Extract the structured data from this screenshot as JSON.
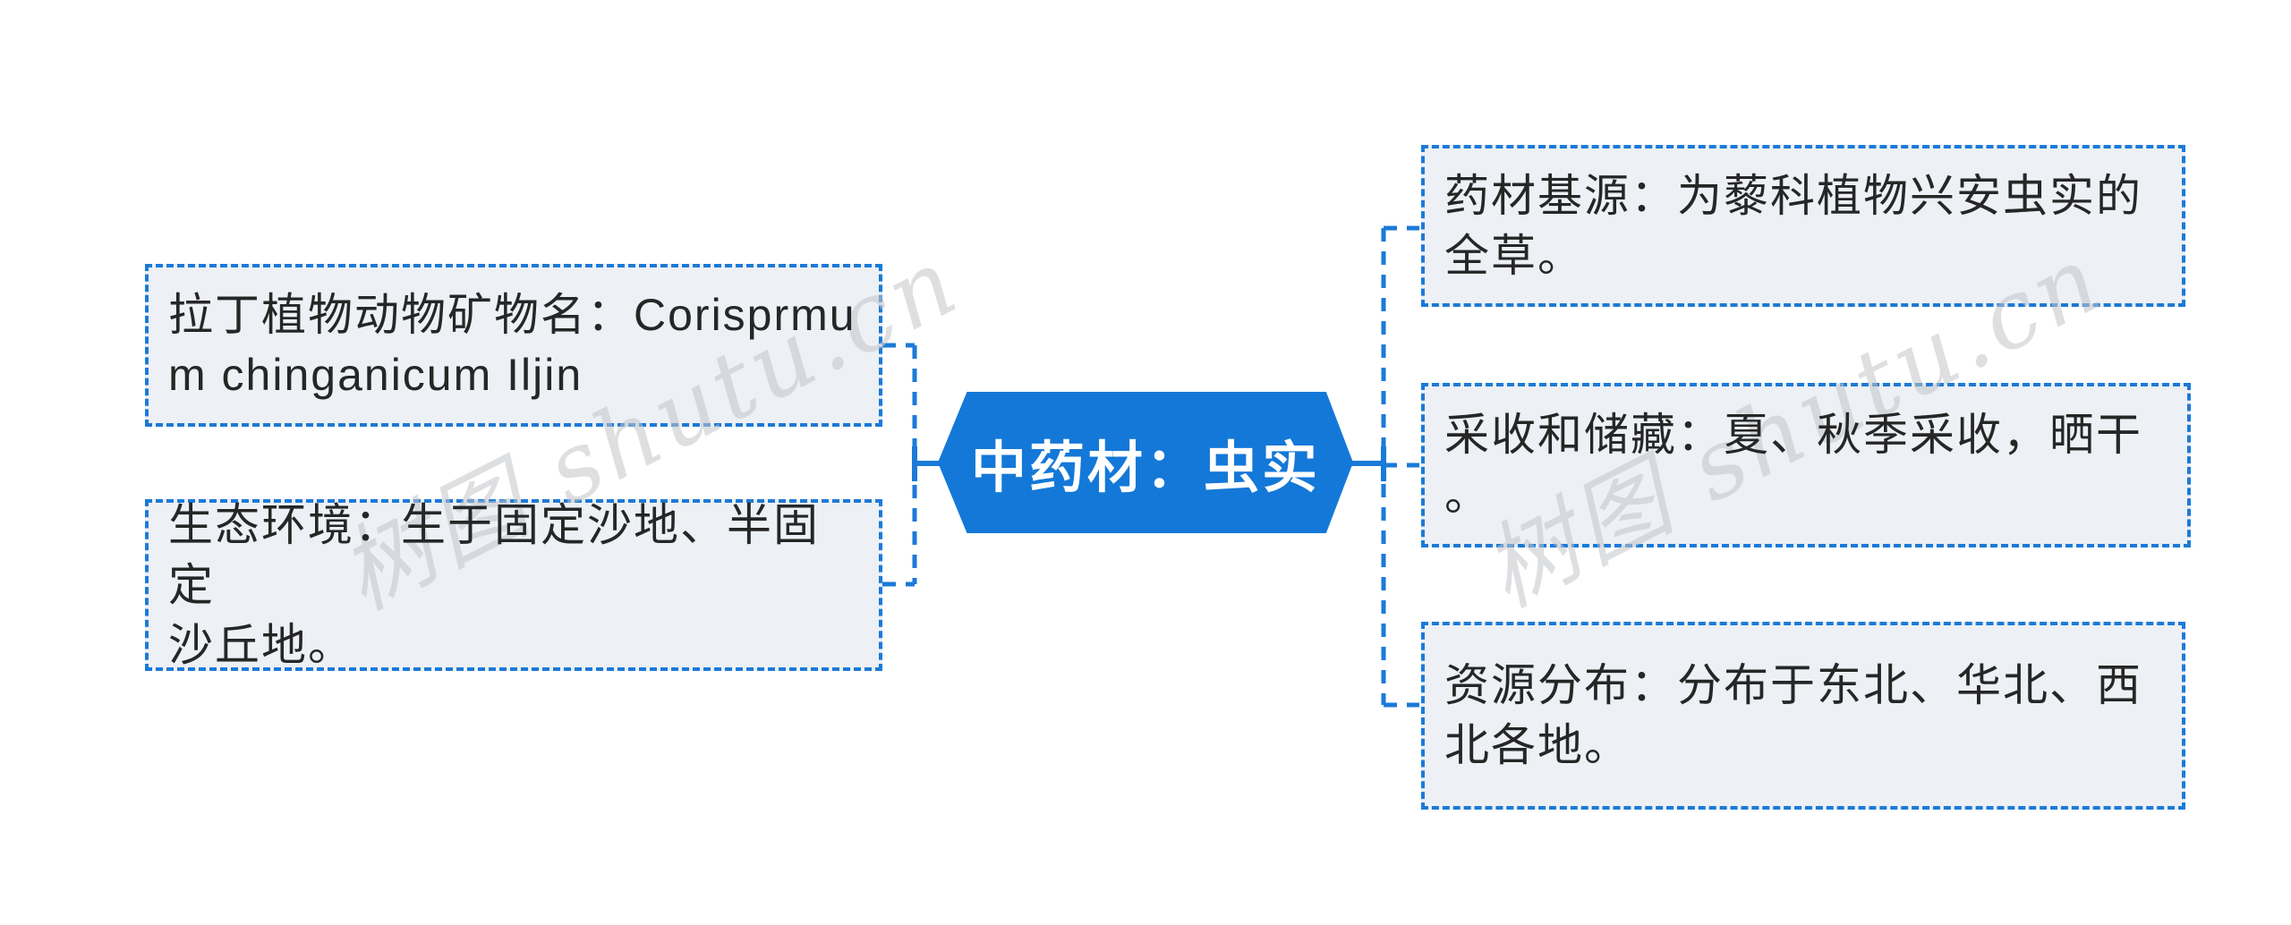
{
  "center_node": {
    "label": "中药材：虫实"
  },
  "left_nodes": [
    {
      "id": "latin-name",
      "text": "拉丁植物动物矿物名：Corisprmu\nm chinganicum Iljin"
    },
    {
      "id": "ecology",
      "text": "生态环境：生于固定沙地、半固定\n沙丘地。"
    }
  ],
  "right_nodes": [
    {
      "id": "material-source",
      "text": "药材基源：为藜科植物兴安虫实的\n全草。"
    },
    {
      "id": "harvest-storage",
      "text": "采收和储藏：夏、秋季采收，晒干\n。"
    },
    {
      "id": "distribution",
      "text": "资源分布：分布于东北、华北、西\n北各地。"
    }
  ],
  "watermarks": [
    {
      "text": "树图 shutu.cn"
    },
    {
      "text": "树图 shutu.cn"
    }
  ],
  "colors": {
    "accent_blue": "#1b7ad8",
    "center_fill": "#1478d8",
    "node_fill": "#edf0f4",
    "node_border": "#1b7ad8",
    "node_text": "#262626",
    "center_text": "#ffffff",
    "watermark": "#c3c6ca",
    "background": "#ffffff"
  }
}
